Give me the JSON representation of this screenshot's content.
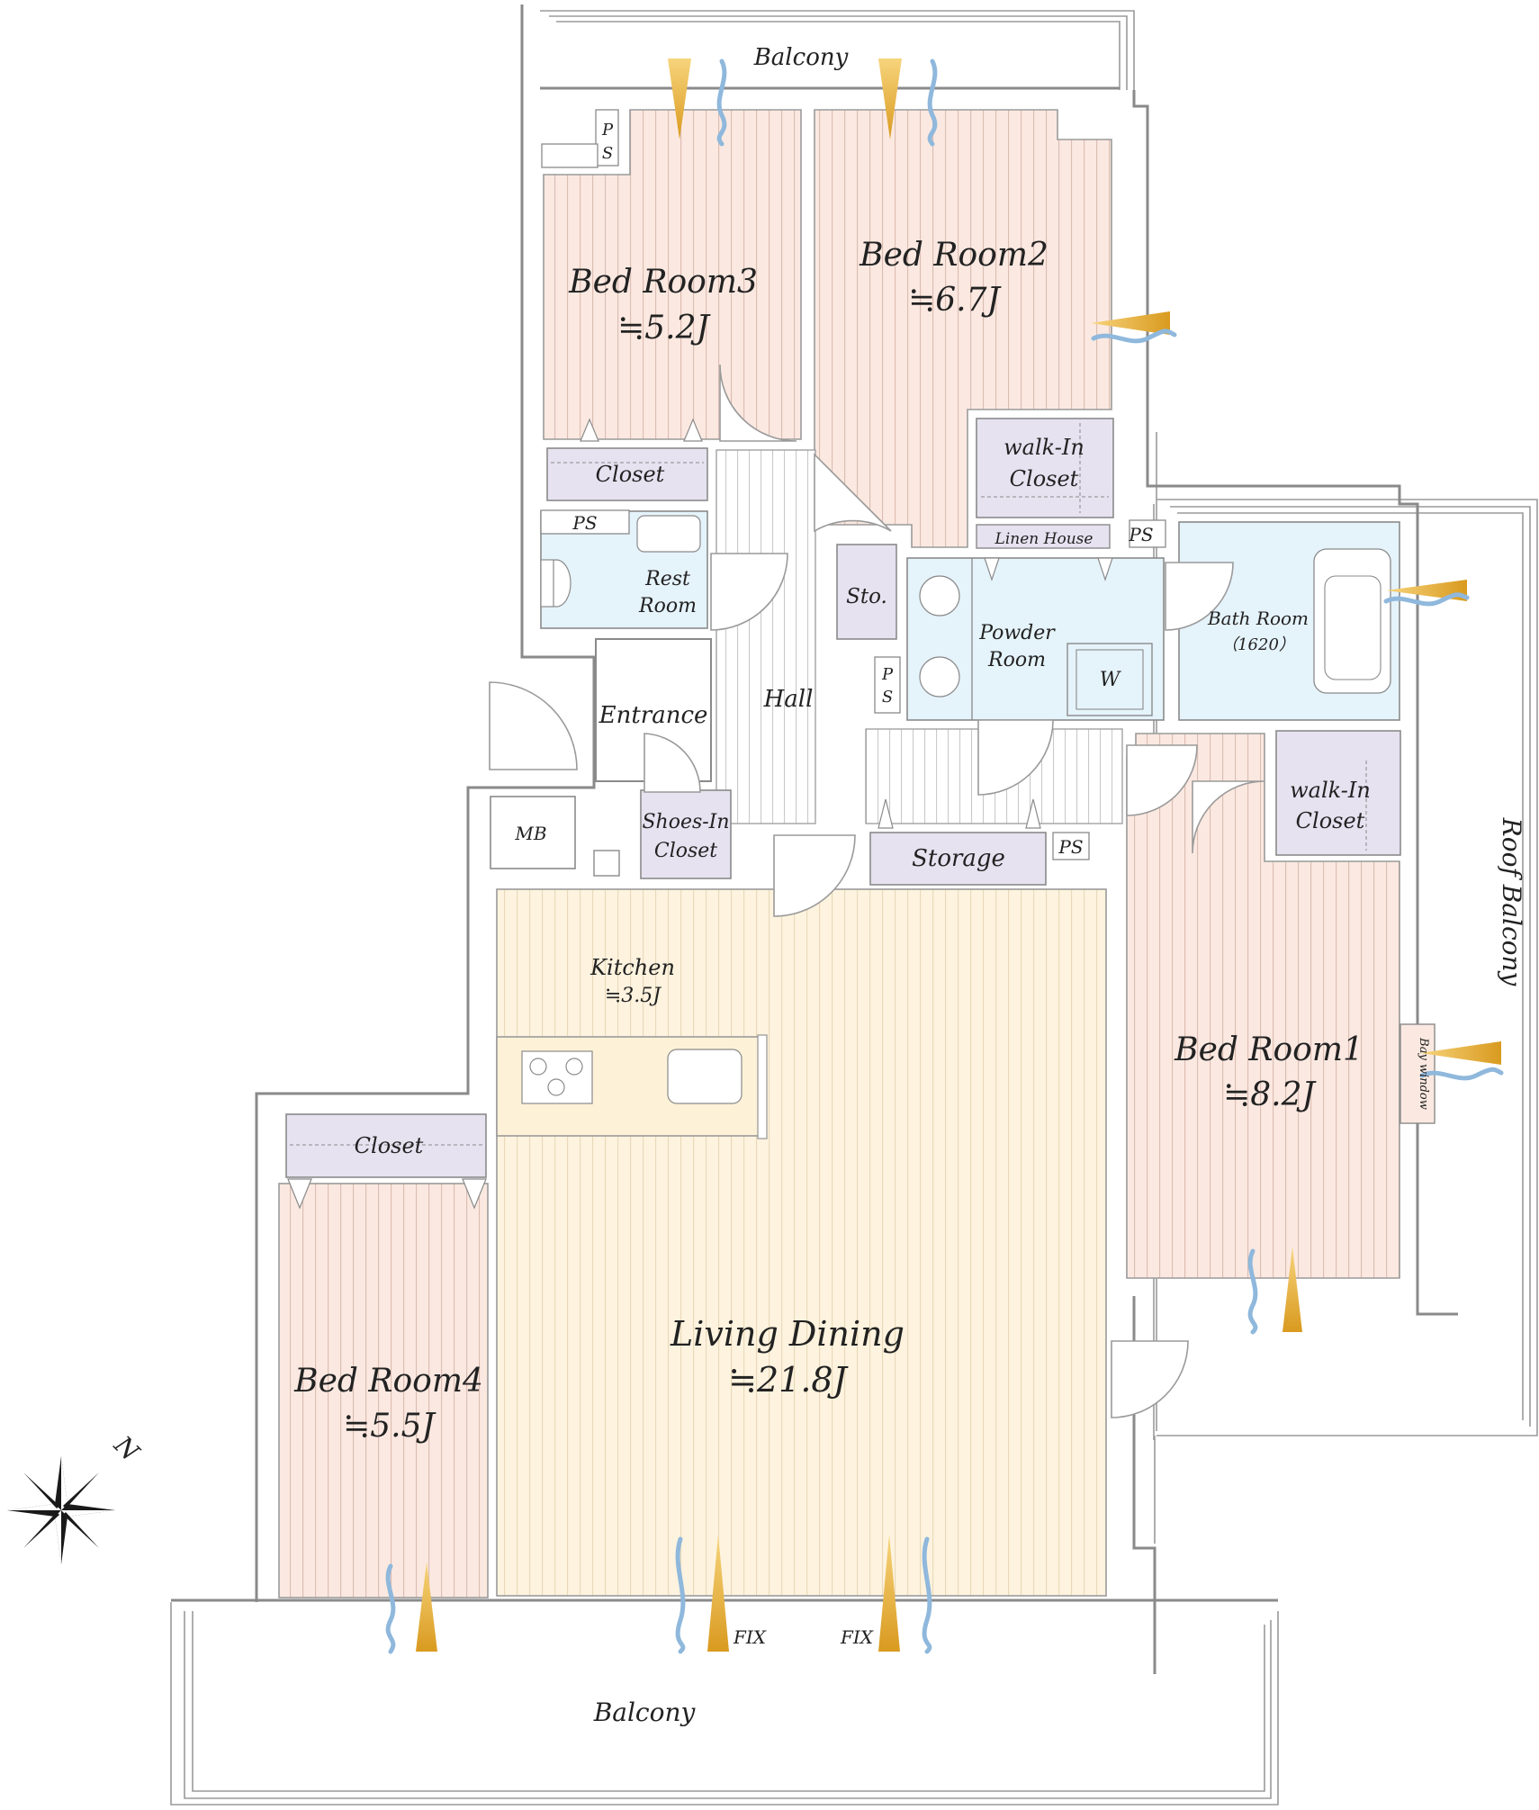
{
  "rooms": {
    "bed3": {
      "name": "Bed Room3",
      "size": "≒5.2J"
    },
    "bed2": {
      "name": "Bed Room2",
      "size": "≒6.7J"
    },
    "bed1": {
      "name": "Bed Room1",
      "size": "≒8.2J"
    },
    "bed4": {
      "name": "Bed Room4",
      "size": "≒5.5J"
    },
    "living": {
      "name": "Living Dining",
      "size": "≒21.8J"
    },
    "kitchen": {
      "name": "Kitchen",
      "size": "≒3.5J"
    },
    "closet_bed3": "Closet",
    "closet_bed4": "Closet",
    "wic_bed2": [
      "walk-In",
      "Closet"
    ],
    "wic_bed1": [
      "walk-In",
      "Closet"
    ],
    "rest_room": [
      "Rest",
      "Room"
    ],
    "powder_room": [
      "Powder",
      "Room"
    ],
    "washer": "W",
    "bath_room": [
      "Bath Room",
      "（1620）"
    ],
    "linen_house": "Linen House",
    "storage_small": "Sto.",
    "hall": "Hall",
    "entrance": "Entrance",
    "shoes_closet": [
      "Shoes-In",
      "Closet"
    ],
    "meter_box": "MB",
    "storage": "Storage",
    "bay_window": "Bay window",
    "pipe_spaces": [
      "PS",
      "PS",
      "PS"
    ],
    "pipe_space_stacked": [
      "P",
      "S"
    ],
    "fix_windows": [
      "FIX",
      "FIX"
    ]
  },
  "exterior": {
    "balcony_top": "Balcony",
    "balcony_bottom": "Balcony",
    "roof_balcony": "Roof Balcony"
  },
  "compass": {
    "north": "N"
  },
  "colors": {
    "bedroom_floor": "#fbe9e1",
    "bedroom_stripe": "#dcbdb2",
    "living_floor": "#fdf3df",
    "living_stripe": "#e9d9b8",
    "closet": "#e6e2f0",
    "wet_area": "#e5f3fb",
    "kitchen_counter": "#fdf1d8",
    "sun_arrow": "#e3ad35",
    "wind_arrow": "#8fb8dc",
    "wall": "#8a8a8a"
  }
}
